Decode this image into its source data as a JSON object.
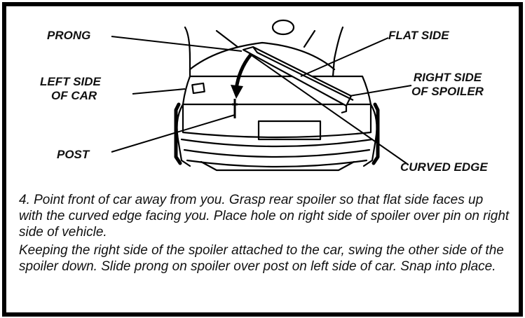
{
  "diagram": {
    "labels": {
      "prong": "PRONG",
      "flat_side": "FLAT SIDE",
      "left_side_of_car": [
        "LEFT SIDE",
        "OF CAR"
      ],
      "right_side_of_spoiler": [
        "RIGHT SIDE",
        "OF SPOILER"
      ],
      "post": "POST",
      "curved_edge": "CURVED EDGE"
    }
  },
  "instructions": {
    "step": "4. Point front of car away from you. Grasp rear spoiler so that flat side faces up with the curved edge facing you. Place hole on right side of spoiler over pin on right side of vehicle.",
    "followup": "Keeping the right side of the spoiler attached to the car, swing the other side of the spoiler down. Slide prong on spoiler over post on left side of car. Snap into place."
  }
}
